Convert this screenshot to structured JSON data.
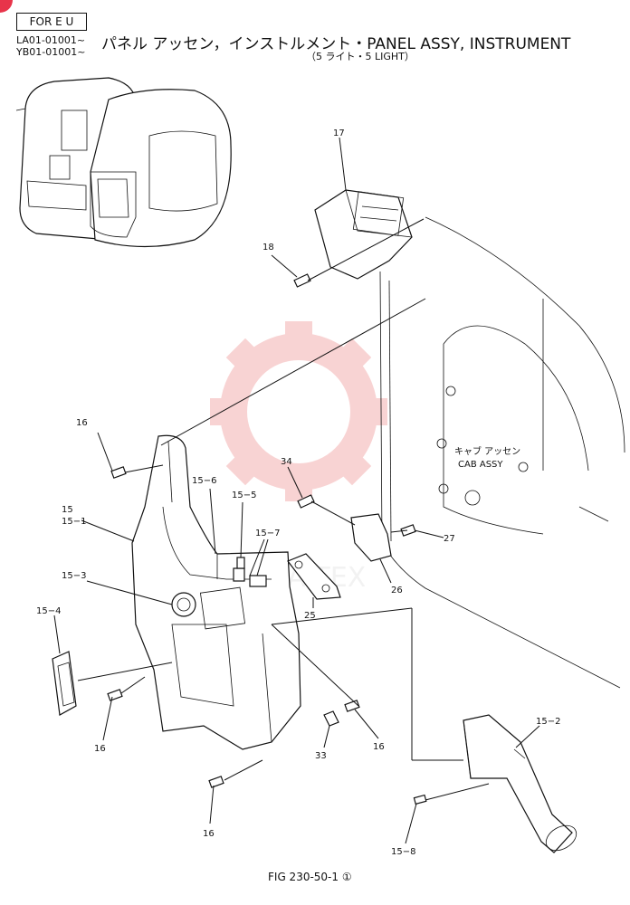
{
  "header": {
    "region": "FOR E U",
    "serials": [
      "LA01-01001~",
      "YB01-01001~"
    ],
    "title": "パネル アッセン，インストルメント・PANEL ASSY, INSTRUMENT",
    "subtitle": "（5 ライト・5 LIGHT）"
  },
  "callouts": [
    {
      "id": "c17",
      "label": "17"
    },
    {
      "id": "c18",
      "label": "18"
    },
    {
      "id": "c16a",
      "label": "16"
    },
    {
      "id": "c15",
      "label": "15"
    },
    {
      "id": "c15-1",
      "label": "15−1"
    },
    {
      "id": "c15-6",
      "label": "15−6"
    },
    {
      "id": "c15-5",
      "label": "15−5"
    },
    {
      "id": "c34",
      "label": "34"
    },
    {
      "id": "c15-7",
      "label": "15−7"
    },
    {
      "id": "c15-3",
      "label": "15−3"
    },
    {
      "id": "c15-4",
      "label": "15−4"
    },
    {
      "id": "c25",
      "label": "25"
    },
    {
      "id": "c26",
      "label": "26"
    },
    {
      "id": "c27",
      "label": "27"
    },
    {
      "id": "c16b",
      "label": "16"
    },
    {
      "id": "c16c",
      "label": "16"
    },
    {
      "id": "c33",
      "label": "33"
    },
    {
      "id": "c16d",
      "label": "16"
    },
    {
      "id": "c15-2",
      "label": "15−2"
    },
    {
      "id": "c15-8",
      "label": "15−8"
    }
  ],
  "cab_label": {
    "jp": "キャブ アッセン",
    "en": "CAB ASSY"
  },
  "watermark": "KAITEX",
  "footer": {
    "figure": "FIG 230-50-1",
    "sheet": "①"
  }
}
